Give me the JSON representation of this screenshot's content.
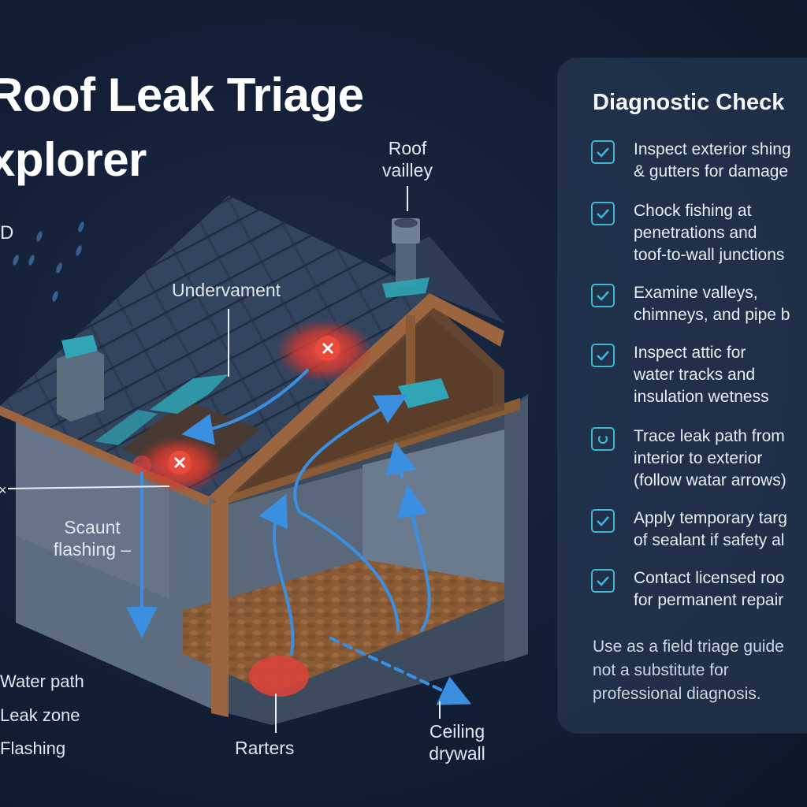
{
  "title": {
    "line1": "Roof Leak Triage",
    "line2": "xplorer"
  },
  "side_fragment": "D",
  "labels": {
    "roof_valley": "Roof\nvailley",
    "undervament": "Undervament",
    "scaunt_flashing": "Scaunt\nflashing –",
    "rarters": "Rarters",
    "ceiling_drywall": "Ceiling\ndrywall"
  },
  "legend": [
    {
      "label": "Water path"
    },
    {
      "label": "Leak zone"
    },
    {
      "label": "Flashing"
    }
  ],
  "panel": {
    "title": "Diagnostic Check",
    "items": [
      {
        "text": "Inspect exterior shing\n& gutters for damage",
        "icon": "checkmark-icon",
        "checked": true
      },
      {
        "text": "Chock fishing at\npenetrations and\ntoof-to-wall junctions",
        "icon": "checkmark-icon",
        "checked": true
      },
      {
        "text": "Examine valleys,\nchimneys, and pipe b",
        "icon": "checkmark-icon",
        "checked": true
      },
      {
        "text": "Inspect attic for\nwater tracks and\ninsulation wetness",
        "icon": "checkmark-icon",
        "checked": true
      },
      {
        "text": "Trace leak path from\ninterior to exterior\n(follow watar arrows)",
        "icon": "in-progress-icon",
        "checked": false
      },
      {
        "text": "Apply temporary targ\nof sealant if safety al",
        "icon": "checkmark-icon",
        "checked": true
      },
      {
        "text": "Contact licensed roo\nfor permanent repair",
        "icon": "checkmark-icon",
        "checked": true
      }
    ],
    "note": "Use as a field triage guide\nnot a substitute for\nprofessional diagnosis."
  },
  "colors": {
    "accent": "#3fb6d2",
    "water": "#3a8fe0",
    "leak": "#e0443b",
    "wood": "#8a5a35"
  }
}
